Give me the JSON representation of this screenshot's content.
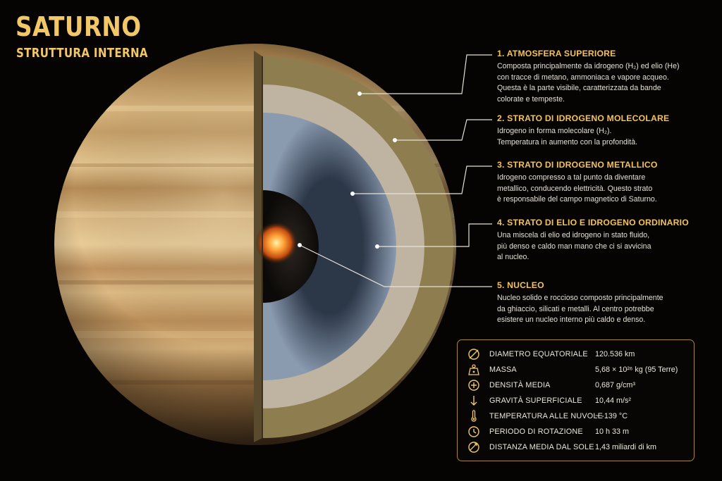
{
  "header": {
    "title": "SATURNO",
    "subtitle": "STRUTTURA INTERNA"
  },
  "layers": [
    {
      "title": "1. ATMOSFERA SUPERIORE",
      "lines": [
        "Composta principalmente da idrogeno (H₂) ed elio (He)",
        "con tracce di metano, ammoniaca e vapore acqueo.",
        "Questa è la parte visibile, caratterizzata da bande",
        "colorate e tempeste."
      ]
    },
    {
      "title": "2. STRATO DI IDROGENO MOLECOLARE",
      "lines": [
        "Idrogeno in forma molecolare (H₂).",
        "Temperatura in aumento con la profondità."
      ]
    },
    {
      "title": "3. STRATO DI IDROGENO METALLICO",
      "lines": [
        "Idrogeno compresso a tal punto da diventare",
        "metallico, conducendo elettricità. Questo strato",
        "è responsabile del campo magnetico di Saturno."
      ]
    },
    {
      "title": "4. STRATO DI ELIO E IDROGENO ORDINARIO",
      "lines": [
        "Una miscela di elio ed idrogeno in stato fluido,",
        "più denso e caldo man mano che ci si avvicina",
        "al nucleo."
      ]
    },
    {
      "title": "5. NUCLEO",
      "lines": [
        "Nucleo solido e roccioso composto principalmente",
        "da ghiaccio, silicati e metalli. Al centro potrebbe",
        "esistere un nucleo interno più caldo e denso."
      ]
    }
  ],
  "stats": [
    {
      "icon": "diameter-icon",
      "label": "DIAMETRO EQUATORIALE",
      "value": "120.536 km"
    },
    {
      "icon": "mass-weight-icon",
      "label": "MASSA",
      "value": "5,68 × 10²⁶ kg (95 Terre)"
    },
    {
      "icon": "density-icon",
      "label": "DENSITÀ MEDIA",
      "value": "0,687 g/cm³"
    },
    {
      "icon": "gravity-arrow-icon",
      "label": "GRAVITÀ SUPERFICIALE",
      "value": "10,44 m/s²"
    },
    {
      "icon": "thermometer-icon",
      "label": "TEMPERATURA ALLE NUVOLE",
      "value": "~ -139 °C"
    },
    {
      "icon": "rotation-clock-icon",
      "label": "PERIODO DI ROTAZIONE",
      "value": "10 h 33 m"
    },
    {
      "icon": "orbit-distance-icon",
      "label": "DISTANZA MEDIA DAL SOLE",
      "value": "1,43 miliardi di km"
    }
  ],
  "colors": {
    "accent": "#f1c767",
    "panel_border": "#a8843d",
    "background": "#050403"
  }
}
